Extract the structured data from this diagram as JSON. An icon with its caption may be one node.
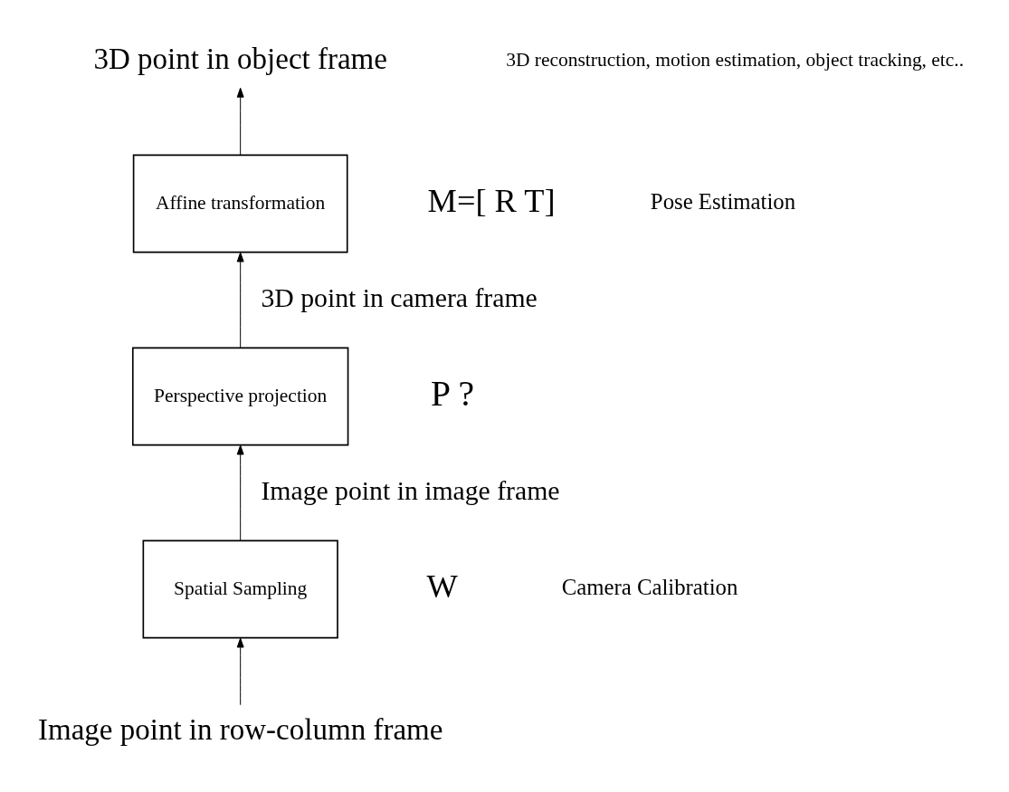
{
  "diagram": {
    "nodes": [
      {
        "text": [
          "3D point in object frame"
        ]
      },
      {
        "text": [
          "Affine transformation"
        ]
      },
      {
        "text": [
          "Perspective projection"
        ]
      },
      {
        "text": [
          "Spatial Sampling"
        ]
      },
      {
        "text": [
          "Image point in row-column frame"
        ]
      }
    ],
    "edges": [
      {
        "from": 4,
        "to": 3,
        "arrow": "to"
      },
      {
        "from": 3,
        "to": 2,
        "arrow": "to",
        "label": "Image point in image frame"
      },
      {
        "from": 2,
        "to": 1,
        "arrow": "to",
        "label": "3D point in camera frame"
      },
      {
        "from": 1,
        "to": 0,
        "arrow": "to"
      }
    ],
    "labels": [
      "3D reconstruction, motion estimation, object tracking, etc..",
      "M=[ R T]",
      "Pose Estimation",
      "P ?",
      "W",
      "Camera Calibration"
    ]
  }
}
